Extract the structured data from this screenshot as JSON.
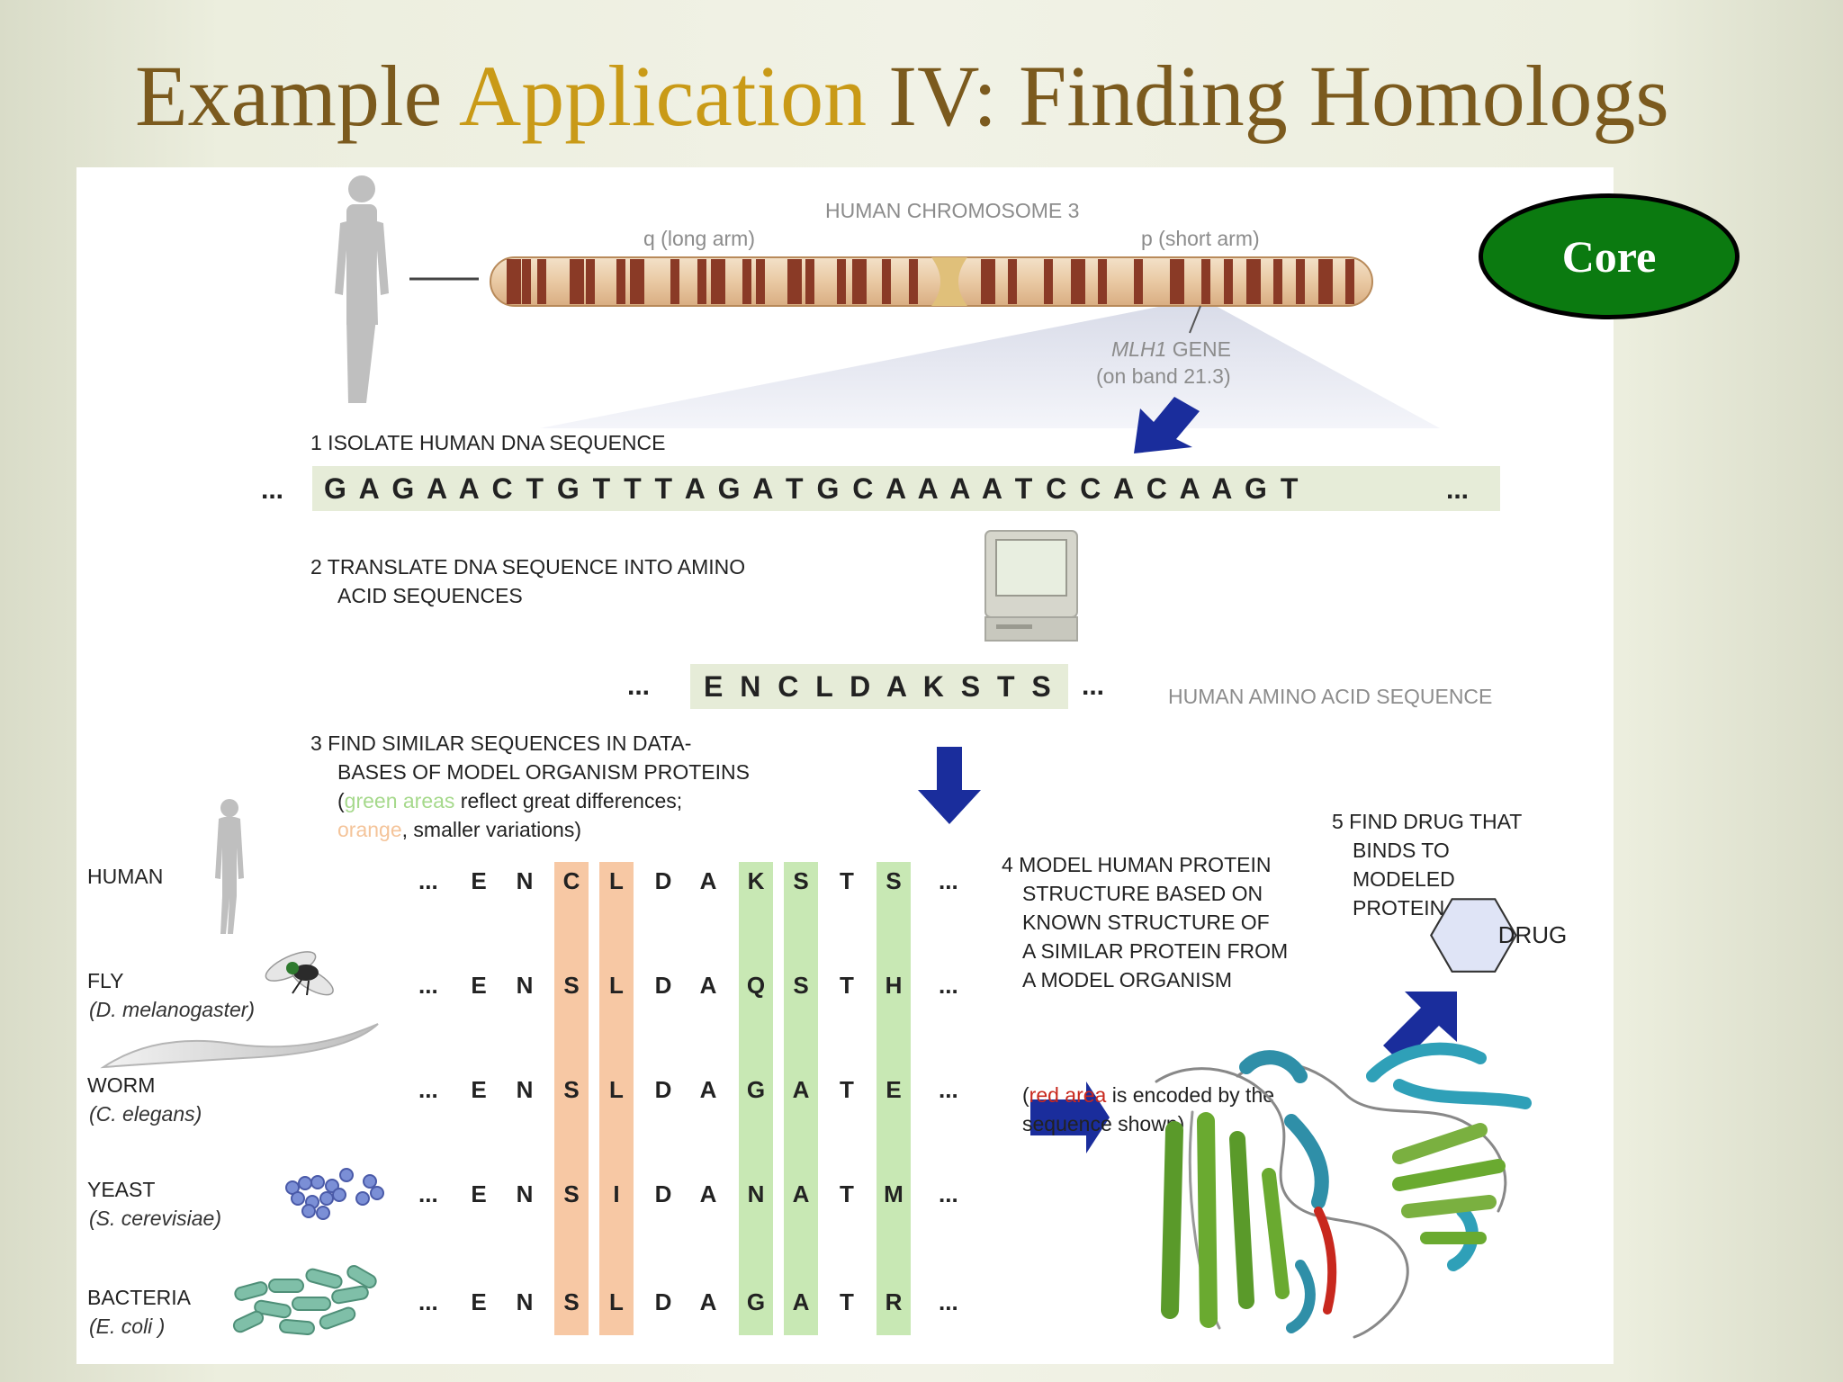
{
  "slide": {
    "title_part1": "Example ",
    "title_highlight": "Application",
    "title_part2": " IV: Finding Homologs",
    "badge": "Core"
  },
  "colors": {
    "title": "#7b5a1e",
    "title_highlight": "#c99a17",
    "badge_fill": "#0b7a10",
    "orange_column": "#f7c8a4",
    "green_column": "#c8e8b4",
    "arrow_blue": "#1a2d9c"
  },
  "figure": {
    "chromosome_title": "HUMAN CHROMOSOME 3",
    "q_arm": "q (long arm)",
    "p_arm": "p (short arm)",
    "gene_name": "MLH1",
    "gene_suffix": " GENE",
    "gene_band": "(on band 21.3)",
    "step1": "1  ISOLATE HUMAN DNA SEQUENCE",
    "dna_sequence": "G A G A A C T G T T T A G A T G C A A A A T C C A C A A G T",
    "ellipsis": "...",
    "step2_line1": "2  TRANSLATE DNA SEQUENCE INTO AMINO",
    "step2_line2": "ACID SEQUENCES",
    "amino_sequence": "E N C L D A K S T S",
    "amino_caption": "HUMAN AMINO ACID SEQUENCE",
    "step3_line1": "3  FIND SIMILAR SEQUENCES IN DATA-",
    "step3_line2": "BASES OF MODEL ORGANISM PROTEINS",
    "step3_line3_open": "(",
    "step3_green": "green areas",
    "step3_line3_rest": " reflect great differences;",
    "step3_orange": "orange",
    "step3_line4_rest": ", smaller variations)",
    "step4_lines": [
      "4  MODEL HUMAN PROTEIN",
      "STRUCTURE BASED ON",
      "KNOWN STRUCTURE OF",
      "A SIMILAR PROTEIN FROM",
      "A MODEL ORGANISM"
    ],
    "step4_open": "(",
    "step4_red": "red area",
    "step4_rest": " is encoded by the",
    "step4_last": "sequence shown)",
    "step5_lines": [
      "5  FIND DRUG THAT",
      "BINDS TO",
      "MODELED",
      "PROTEIN"
    ],
    "drug_label": "DRUG"
  },
  "alignment": {
    "organisms": [
      {
        "name": "HUMAN",
        "species": "",
        "residues": [
          "E",
          "N",
          "C",
          "L",
          "D",
          "A",
          "K",
          "S",
          "T",
          "S"
        ]
      },
      {
        "name": "FLY",
        "species": "(D. melanogaster)",
        "residues": [
          "E",
          "N",
          "S",
          "L",
          "D",
          "A",
          "Q",
          "S",
          "T",
          "H"
        ]
      },
      {
        "name": "WORM",
        "species": "(C. elegans)",
        "residues": [
          "E",
          "N",
          "S",
          "L",
          "D",
          "A",
          "G",
          "A",
          "T",
          "E"
        ]
      },
      {
        "name": "YEAST",
        "species": "(S. cerevisiae)",
        "residues": [
          "E",
          "N",
          "S",
          "I",
          "D",
          "A",
          "N",
          "A",
          "T",
          "M"
        ]
      },
      {
        "name": "BACTERIA",
        "species": "(E. coli )",
        "residues": [
          "E",
          "N",
          "S",
          "L",
          "D",
          "A",
          "G",
          "A",
          "T",
          "R"
        ]
      }
    ],
    "orange_columns": [
      2,
      3
    ],
    "green_columns": [
      6,
      7,
      9
    ]
  }
}
